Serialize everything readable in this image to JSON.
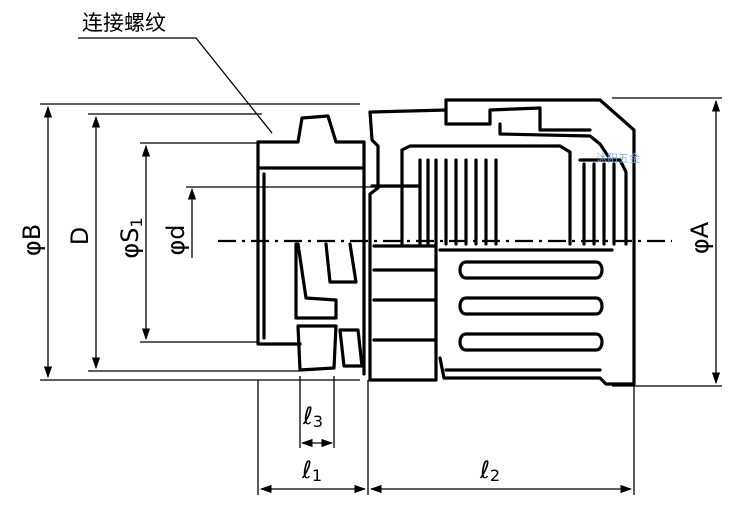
{
  "callout": {
    "thread_label": "连接螺纹"
  },
  "dimensions": {
    "phiB": "φB",
    "D": "D",
    "phiS1": "φS",
    "phiS1_sub": "1",
    "phid": "φd",
    "phiA": "φA",
    "l1": "ℓ",
    "l1_sub": "1",
    "l2": "ℓ",
    "l2_sub": "2",
    "l3": "ℓ",
    "l3_sub": "3"
  },
  "watermark": "沐阳五金",
  "colors": {
    "line": "#000000",
    "watermark": "#7fa8d8"
  }
}
